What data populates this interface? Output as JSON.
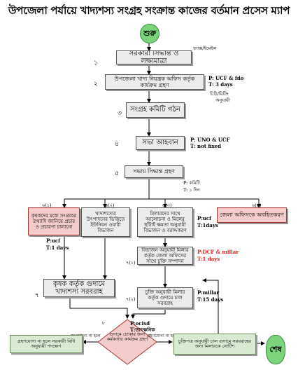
{
  "title": "উপজেলা পর্যায়ে খাদ্যশস্য সংগ্রহ সংক্রান্ত কাজের বর্তমান প্রসেস ম্যাপ",
  "start_label": "শুরু",
  "end_label": "শেষ",
  "steps": {
    "s1": {
      "num": "১",
      "text": "সরকারী সিদ্ধান্ত ও লক্ষ্যমাত্রা"
    },
    "s2": {
      "num": "২",
      "text": "উপজেলা খাদ্য নিয়ন্ত্রক অফিস কর্তৃক কার্যক্রম গ্রহণ"
    },
    "s3": {
      "num": "৩",
      "text": "সংগ্রহ কমিটি গঠন"
    },
    "s4": {
      "num": "৪",
      "text": "সভা আহবান"
    },
    "s5": {
      "num": "৫",
      "text": "সভায় সিদ্ধান্ত গ্রহণ"
    },
    "s61": {
      "num": "৬(১)",
      "text": "কৃষকদের মধ্যে সংগ্রহের তথ্যাদি জানিয়ে প্রচার ও প্রচারণা চালানো"
    },
    "s62": {
      "num": "৬(২)",
      "text": "খাদ্যশস্যের উৎপাদনের ভিত্তিতে ইউনিয়ন ওয়ারী বিভাজন"
    },
    "s63": {
      "num": "৬(৩)",
      "text": "মিলারদের সাথে আলোচনা ও মিলের ছাঁটাই ক্ষমতা অনুযায়ী বিভাজন ও বরাদ্দকরণ"
    },
    "s64": {
      "num": "৬(৪)",
      "text": "জেলা অফিসকে অবহিতকরণ"
    },
    "s71": {
      "num": "৭(১)",
      "text": "বিভাজন অনুযায়ী মিলার কর্তৃক জেলা অফিসের সাথে চুক্তি সম্পাদন"
    },
    "s7": {
      "num": "৭",
      "text": "কৃষক কর্তৃক গুদামে খাদ্যশস্য সরবরাহ"
    },
    "s72": {
      "num": "৭(২)",
      "text": "চুক্তি অনুযায়ী মিলার কর্তৃক গুদামে চাল সরবরাহ"
    },
    "s8": {
      "num": "৮",
      "text": "গুদামে ঢোকার জন্য কর্মকর্তার কার্যক্রম গ্রহণ"
    },
    "left_end": "গ্রহণযোগ্য না হলে সরকারী বিধি অনুযায়ী পদক্ষেপ",
    "right_end": "চুক্তিপত্র অনুযায়ী চাল গুদামে সরবরাহের জন্য মিলারকে নোটিশ"
  },
  "notes": {
    "n1": "ফ্যাক্স/ইমেইল",
    "n2a": "P: UCF & fdo",
    "n2b": "T: 3 days",
    "n3a": "চিঠি/মিটিং",
    "n3b": "অনুযায়ী",
    "n4a": "P: UNO & UCF",
    "n4b": "T: not fixed",
    "n5a": "P: কমিটি",
    "n5b": "T: ১ দিন",
    "n61a": "P:ucf",
    "n61b": "T:1 days",
    "n63a": "P:ucf",
    "n63b": "T:1days",
    "n71a": "P:DCF & millar",
    "n71b": "T:1 days",
    "n72a": "P:millar",
    "n72b": "T:15 days",
    "n8a": "P:ocisd",
    "n8b": "T:তাৎক্ষনিক",
    "yes_left": "গ্রহণযোগ্য না হলে",
    "yes_right": "গ্রহণযোগ্য না হলে"
  },
  "colors": {
    "start": "#7bd37b",
    "highlight": "#f4cccc",
    "red_note": "#e02020"
  }
}
